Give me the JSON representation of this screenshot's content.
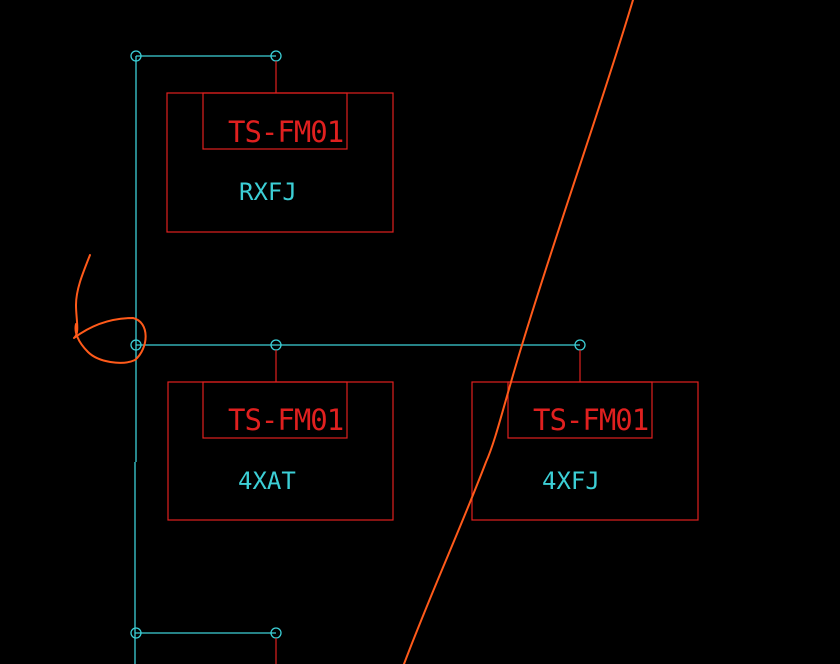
{
  "colors": {
    "background": "#000000",
    "wire": "#3ccfd6",
    "box": "#e0201f",
    "label_name": "#3ccfd6",
    "label_code": "#e0201f",
    "markup": "#ff5a1a"
  },
  "devices": [
    {
      "code": "TS-FM01",
      "name": "RXFJ"
    },
    {
      "code": "TS-FM01",
      "name": "4XAT"
    },
    {
      "code": "TS-FM01",
      "name": "4XFJ"
    }
  ],
  "icons": {
    "node": "circle-node-icon"
  }
}
